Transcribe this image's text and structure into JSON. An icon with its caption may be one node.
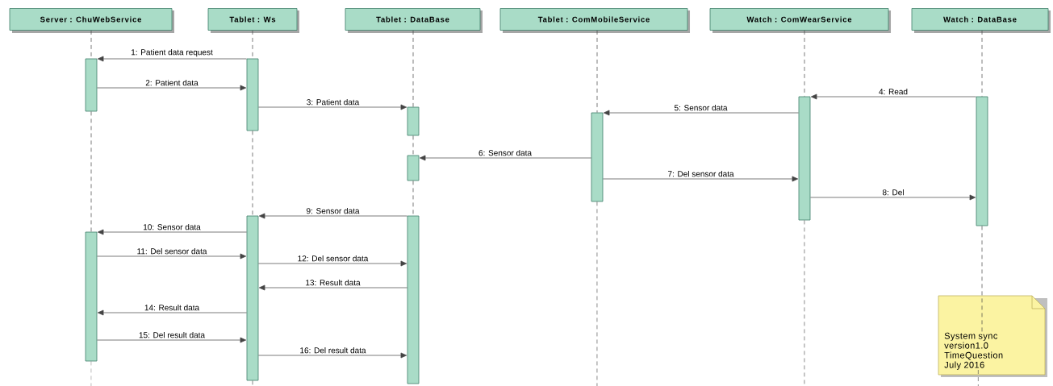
{
  "diagram": {
    "nodes": [
      {
        "text": [
          "Server : ChuWebService"
        ]
      },
      {
        "text": [
          "Tablet : Ws"
        ]
      },
      {
        "text": [
          "Tablet : DataBase"
        ]
      },
      {
        "text": [
          "Tablet : ComMobileService"
        ]
      },
      {
        "text": [
          "Watch : ComWearService"
        ]
      },
      {
        "text": [
          "Watch : DataBase"
        ]
      },
      {
        "text": [],
        "shape": "bar"
      },
      {
        "text": [],
        "shape": "bar"
      },
      {
        "text": [],
        "shape": "bar"
      },
      {
        "text": [],
        "shape": "bar"
      },
      {
        "text": [],
        "shape": "bar"
      },
      {
        "text": [],
        "shape": "bar"
      },
      {
        "text": [],
        "shape": "bar"
      },
      {
        "text": [],
        "shape": "bar"
      },
      {
        "text": [],
        "shape": "bar"
      },
      {
        "text": [],
        "shape": "bar"
      },
      {
        "text": [
          "System sync version1.0 TimeQuestion July 2016"
        ]
      }
    ],
    "edges": [
      {
        "from": 8,
        "to": 6,
        "arrow": "to",
        "label": "1: Patient data request"
      },
      {
        "from": 6,
        "to": 8,
        "arrow": "to",
        "label": "2: Patient data"
      },
      {
        "from": 8,
        "to": 10,
        "arrow": "to",
        "label": "3: Patient data"
      },
      {
        "from": 15,
        "to": 14,
        "arrow": "to",
        "label": "4: Read"
      },
      {
        "from": 14,
        "to": 13,
        "arrow": "to",
        "label": "5: Sensor data"
      },
      {
        "from": 13,
        "to": 11,
        "arrow": "to",
        "label": "6: Sensor data"
      },
      {
        "from": 13,
        "to": 14,
        "arrow": "to",
        "label": "7: Del sensor data"
      },
      {
        "from": 14,
        "to": 15,
        "arrow": "to",
        "label": "8: Del"
      },
      {
        "from": 12,
        "to": 9,
        "arrow": "to",
        "label": "9: Sensor data"
      },
      {
        "from": 9,
        "to": 7,
        "arrow": "to",
        "label": "10: Sensor data"
      },
      {
        "from": 7,
        "to": 9,
        "arrow": "to",
        "label": "11: Del sensor data"
      },
      {
        "from": 9,
        "to": 12,
        "arrow": "to",
        "label": "12: Del sensor data"
      },
      {
        "from": 12,
        "to": 9,
        "arrow": "to",
        "label": "13: Result data"
      },
      {
        "from": 9,
        "to": 7,
        "arrow": "to",
        "label": "14: Result data"
      },
      {
        "from": 7,
        "to": 9,
        "arrow": "to",
        "label": "15: Del result data"
      },
      {
        "from": 9,
        "to": 12,
        "arrow": "to",
        "label": "16: Del result data"
      },
      {
        "from": 0,
        "to": 6,
        "arrow": "none",
        "style": "dashed"
      },
      {
        "from": 6,
        "to": 7,
        "arrow": "none",
        "style": "dashed"
      },
      {
        "from": 7,
        "to": null,
        "arrow": "none",
        "style": "dashed"
      },
      {
        "from": 1,
        "to": 8,
        "arrow": "none",
        "style": "dashed"
      },
      {
        "from": 8,
        "to": 9,
        "arrow": "none",
        "style": "dashed"
      },
      {
        "from": 9,
        "to": null,
        "arrow": "none",
        "style": "dashed"
      },
      {
        "from": 2,
        "to": 10,
        "arrow": "none",
        "style": "dashed"
      },
      {
        "from": 10,
        "to": 11,
        "arrow": "none",
        "style": "dashed"
      },
      {
        "from": 11,
        "to": 12,
        "arrow": "none",
        "style": "dashed"
      },
      {
        "from": 3,
        "to": 13,
        "arrow": "none",
        "style": "dashed"
      },
      {
        "from": 13,
        "to": null,
        "arrow": "none",
        "style": "dashed"
      },
      {
        "from": 4,
        "to": 14,
        "arrow": "none",
        "style": "dashed"
      },
      {
        "from": 14,
        "to": null,
        "arrow": "none",
        "style": "dashed"
      },
      {
        "from": 5,
        "to": 15,
        "arrow": "none",
        "style": "dashed"
      },
      {
        "from": 15,
        "to": 16,
        "arrow": "none",
        "style": "dashed"
      },
      {
        "from": 16,
        "to": null,
        "arrow": "none",
        "style": "dashed"
      }
    ]
  }
}
